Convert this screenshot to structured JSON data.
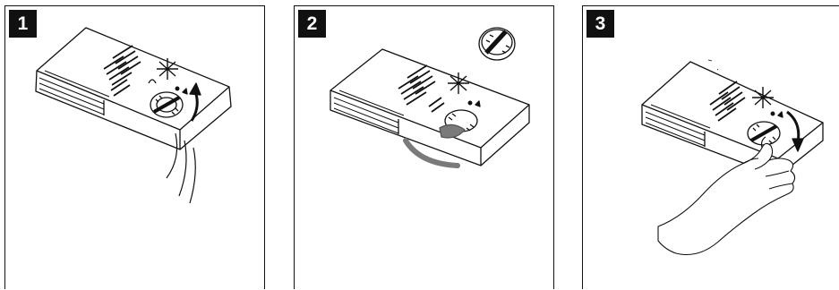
{
  "steps": [
    {
      "number": "1"
    },
    {
      "number": "2"
    },
    {
      "number": "3"
    }
  ],
  "colors": {
    "line": "#111111",
    "highlight": "#7a7a7a",
    "background": "#ffffff"
  },
  "icons": [
    "dispenser-lid",
    "rotate-arrow-icon",
    "snowflake-icon",
    "hand-icon"
  ]
}
